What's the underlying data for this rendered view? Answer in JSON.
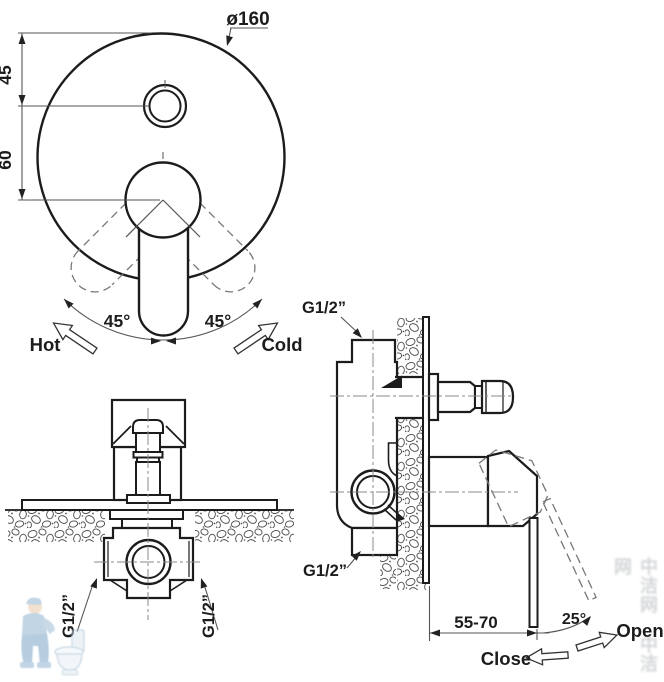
{
  "drawing": {
    "front_view": {
      "diameter": "ø160",
      "dim_top": "45",
      "dim_bottom": "60",
      "angle_left": "45°",
      "angle_right": "45°",
      "hot": "Hot",
      "cold": "Cold"
    },
    "section_view": {
      "thread_left": "G1/2”",
      "thread_right": "G1/2”"
    },
    "side_view": {
      "thread_top": "G1/2”",
      "thread_bottom": "G1/2”",
      "depth_range": "55-70",
      "open_angle": "25°",
      "open": "Open",
      "close": "Close"
    },
    "colors": {
      "line": "#1c1c1c",
      "thin_line": "#555555",
      "dashed_line": "#777777",
      "background": "#ffffff",
      "watermark_blue": "#8fb3cf"
    }
  },
  "watermark": {
    "side_text": "中洁网 中洁网",
    "logo": "plumber-with-toilet"
  }
}
